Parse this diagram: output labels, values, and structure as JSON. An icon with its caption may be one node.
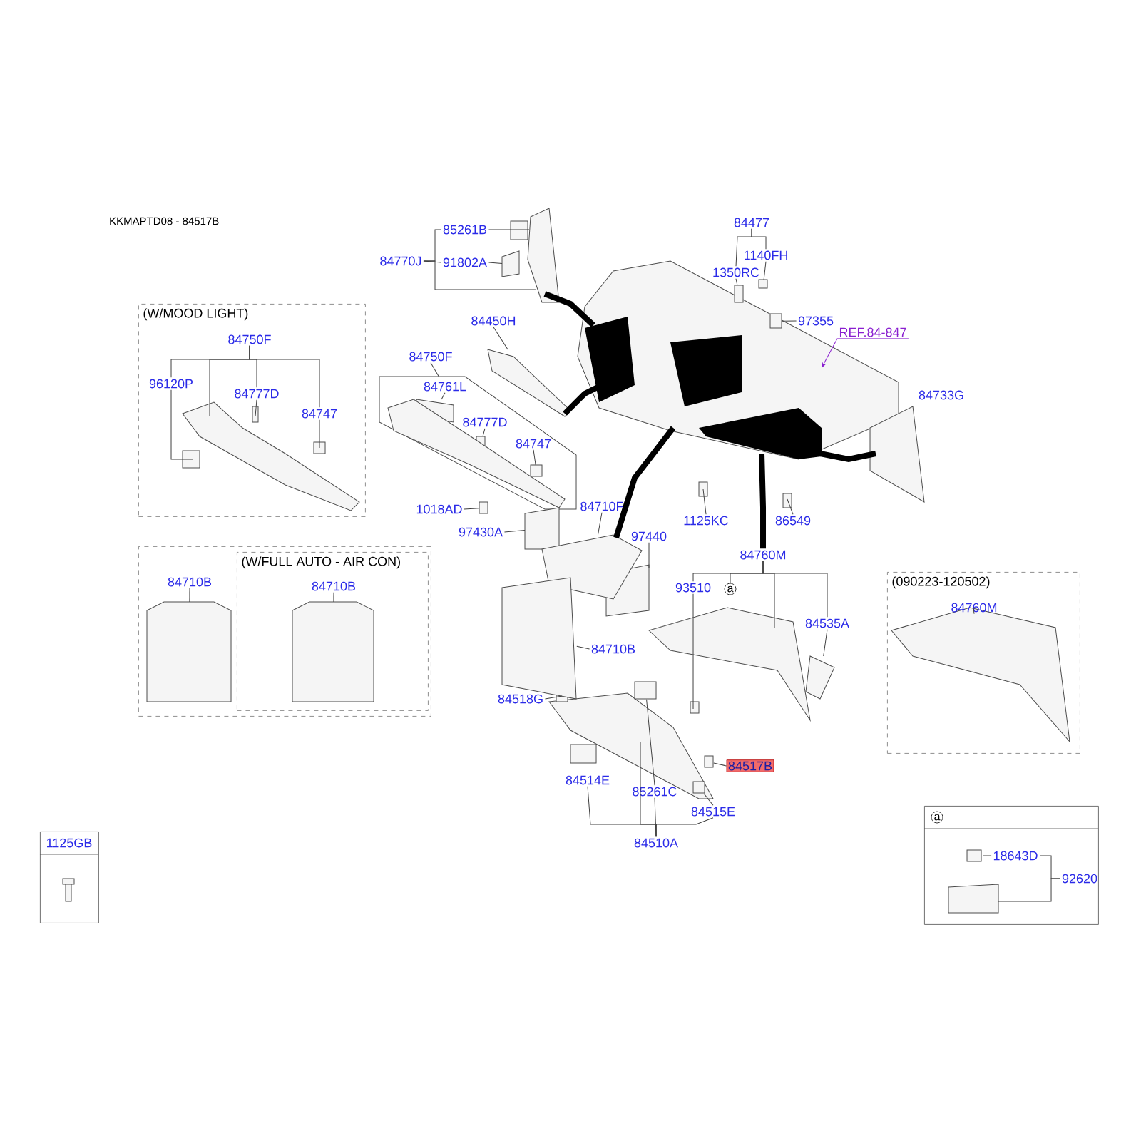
{
  "diagram": {
    "title": "KKMAPTD08 - 84517B",
    "nodes": [
      {
        "text": [
          "(W/MOOD LIGHT)"
        ]
      },
      {
        "text": [
          "84750F"
        ],
        "in": 0
      },
      {
        "text": [
          "96120P"
        ],
        "in": 0
      },
      {
        "text": [
          "84777D"
        ],
        "in": 0
      },
      {
        "text": [
          "84747"
        ],
        "in": 0
      },
      {
        "text": [],
        "shape": "box"
      },
      {
        "text": [
          "84710B"
        ],
        "in": 5
      },
      {
        "text": [
          "(W/FULL AUTO - AIR CON)"
        ],
        "in": 5
      },
      {
        "text": [
          "84710B"
        ],
        "in": 7
      },
      {
        "text": [
          "(090223-120502)"
        ]
      },
      {
        "text": [
          "84760M"
        ],
        "in": 9
      },
      {
        "text": [
          "1125GB"
        ]
      },
      {
        "text": [
          "a"
        ]
      },
      {
        "text": [
          "18643D"
        ],
        "in": 12
      },
      {
        "text": [
          "92620"
        ],
        "in": 12
      },
      {
        "text": [
          "85261B"
        ]
      },
      {
        "text": [
          "84770J"
        ]
      },
      {
        "text": [
          "91802A"
        ]
      },
      {
        "text": [
          "84477"
        ]
      },
      {
        "text": [
          "1140FH"
        ]
      },
      {
        "text": [
          "1350RC"
        ]
      },
      {
        "text": [
          "97355"
        ]
      },
      {
        "text": [
          "REF.84-847"
        ]
      },
      {
        "text": [
          "84450H"
        ]
      },
      {
        "text": [
          "84750F"
        ]
      },
      {
        "text": [
          "84761L"
        ],
        "in": 46
      },
      {
        "text": [
          "84777D"
        ],
        "in": 46
      },
      {
        "text": [
          "84747"
        ],
        "in": 46
      },
      {
        "text": [
          "84733G"
        ]
      },
      {
        "text": [
          "1018AD"
        ]
      },
      {
        "text": [
          "1125KC"
        ]
      },
      {
        "text": [
          "86549"
        ]
      },
      {
        "text": [
          "97430A"
        ]
      },
      {
        "text": [
          "84710F"
        ]
      },
      {
        "text": [
          "97440"
        ]
      },
      {
        "text": [
          "84760M"
        ]
      },
      {
        "text": [
          "93510"
        ]
      },
      {
        "text": [
          "a"
        ]
      },
      {
        "text": [
          "84535A"
        ]
      },
      {
        "text": [
          "84710B"
        ]
      },
      {
        "text": [
          "84518G"
        ]
      },
      {
        "text": [
          "84517B"
        ]
      },
      {
        "text": [
          "84514E"
        ]
      },
      {
        "text": [
          "85261C"
        ]
      },
      {
        "text": [
          "84515E"
        ]
      },
      {
        "text": [
          "84510A"
        ]
      },
      {
        "text": [],
        "shape": "outline"
      },
      {
        "text": [],
        "shape": "box"
      },
      {
        "text": [],
        "shape": "box",
        "in": 49
      },
      {
        "text": [],
        "shape": "panel"
      },
      {
        "text": [],
        "shape": "box",
        "in": 46
      },
      {
        "text": [],
        "shape": "box"
      },
      {
        "text": [],
        "shape": "box"
      },
      {
        "text": [],
        "shape": "box"
      },
      {
        "text": [],
        "shape": "box"
      },
      {
        "text": [],
        "shape": "box"
      },
      {
        "text": [],
        "shape": "panel",
        "in": 0
      },
      {
        "text": [],
        "shape": "box",
        "in": 46
      },
      {
        "text": [],
        "shape": "panel"
      },
      {
        "text": [],
        "shape": "panel"
      },
      {
        "text": [],
        "shape": "panel"
      },
      {
        "text": [],
        "shape": "panel"
      },
      {
        "text": [],
        "shape": "panel"
      },
      {
        "text": [],
        "shape": "box",
        "in": 49
      },
      {
        "text": [],
        "shape": "box",
        "in": 49
      },
      {
        "text": [],
        "shape": "box",
        "in": 46
      },
      {
        "text": [],
        "shape": "box"
      },
      {
        "text": [],
        "shape": "panel",
        "in": 46
      },
      {
        "text": [],
        "shape": "panel",
        "in": 9
      },
      {
        "text": [],
        "shape": "panel"
      },
      {
        "text": [],
        "shape": "panel",
        "in": 5
      },
      {
        "text": [],
        "shape": "panel",
        "in": 7
      }
    ],
    "edges": [
      {
        "from": 16,
        "to": 15,
        "arrow": "none"
      },
      {
        "from": 16,
        "to": 17,
        "arrow": "none"
      },
      {
        "from": 16,
        "to": 58,
        "arrow": "none"
      },
      {
        "from": 15,
        "to": 58,
        "arrow": "none"
      },
      {
        "from": 17,
        "to": 47,
        "arrow": "none"
      },
      {
        "from": 18,
        "to": 19,
        "arrow": "none"
      },
      {
        "from": 18,
        "to": 20,
        "arrow": "none"
      },
      {
        "from": 19,
        "to": 48,
        "arrow": "none"
      },
      {
        "from": 20,
        "to": 64,
        "arrow": "none"
      },
      {
        "from": 21,
        "to": 63,
        "arrow": "none"
      },
      {
        "from": 22,
        "to": 49,
        "arrow": "to",
        "color": "#8a1fd0"
      },
      {
        "from": 23,
        "to": 59,
        "arrow": "none"
      },
      {
        "from": 24,
        "to": 46,
        "arrow": "none"
      },
      {
        "from": 25,
        "to": 65,
        "arrow": "none"
      },
      {
        "from": 26,
        "to": 50,
        "arrow": "none"
      },
      {
        "from": 27,
        "to": 57,
        "arrow": "none"
      },
      {
        "from": 29,
        "to": 51,
        "arrow": "none"
      },
      {
        "from": 30,
        "to": null,
        "arrow": "none"
      },
      {
        "from": 31,
        "to": null,
        "arrow": "none"
      },
      {
        "from": 32,
        "to": 52,
        "arrow": "none"
      },
      {
        "from": 33,
        "to": 60,
        "arrow": "none"
      },
      {
        "from": 34,
        "to": null,
        "arrow": "none"
      },
      {
        "from": 35,
        "to": 36,
        "arrow": "none"
      },
      {
        "from": 35,
        "to": 37,
        "arrow": "none"
      },
      {
        "from": 35,
        "to": 61,
        "arrow": "none"
      },
      {
        "from": 35,
        "to": 38,
        "arrow": "none"
      },
      {
        "from": 36,
        "to": null,
        "arrow": "none"
      },
      {
        "from": 38,
        "to": 66,
        "arrow": "none"
      },
      {
        "from": 39,
        "to": 69,
        "arrow": "none"
      },
      {
        "from": 40,
        "to": null,
        "arrow": "none"
      },
      {
        "from": 41,
        "to": 53,
        "arrow": "none"
      },
      {
        "from": 45,
        "to": 42,
        "arrow": "none"
      },
      {
        "from": 45,
        "to": 43,
        "arrow": "none"
      },
      {
        "from": 45,
        "to": null,
        "arrow": "none"
      },
      {
        "from": 45,
        "to": 44,
        "arrow": "none"
      },
      {
        "from": 43,
        "to": 54,
        "arrow": "none"
      },
      {
        "from": 44,
        "to": 55,
        "arrow": "none"
      },
      {
        "from": 1,
        "to": 2,
        "arrow": "none"
      },
      {
        "from": 1,
        "to": 56,
        "arrow": "none"
      },
      {
        "from": 1,
        "to": 3,
        "arrow": "none"
      },
      {
        "from": 1,
        "to": 4,
        "arrow": "none"
      },
      {
        "from": 2,
        "to": 56,
        "arrow": "none"
      },
      {
        "from": 3,
        "to": null,
        "arrow": "none"
      },
      {
        "from": 4,
        "to": null,
        "arrow": "none"
      },
      {
        "from": 6,
        "to": 70,
        "arrow": "none"
      },
      {
        "from": 8,
        "to": 71,
        "arrow": "none"
      },
      {
        "from": 10,
        "to": 68,
        "arrow": "none"
      },
      {
        "from": 13,
        "to": null,
        "arrow": "none"
      },
      {
        "from": 14,
        "to": 13,
        "arrow": "none"
      },
      {
        "from": 14,
        "to": null,
        "arrow": "none"
      },
      {
        "from": 58,
        "to": 49,
        "arrow": "none",
        "style": "thick"
      },
      {
        "from": 59,
        "to": 49,
        "arrow": "none",
        "style": "thick"
      },
      {
        "from": 60,
        "to": 49,
        "arrow": "none",
        "style": "thick"
      },
      {
        "from": 49,
        "to": 35,
        "arrow": "none",
        "style": "thick"
      },
      {
        "from": 62,
        "to": 49,
        "arrow": "none",
        "style": "thick"
      }
    ]
  }
}
